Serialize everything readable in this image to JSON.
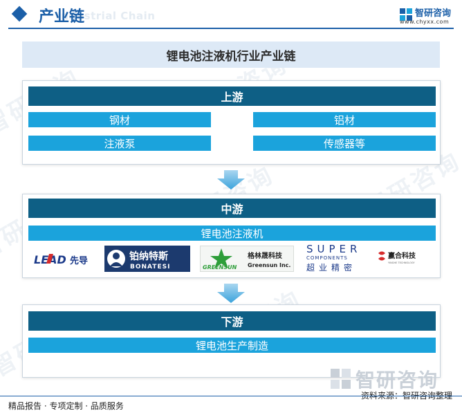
{
  "header": {
    "title": "产业链",
    "subtitle_watermark": "Industrial Chain",
    "brand_name": "智研咨询",
    "brand_url": "www.chyxx.com"
  },
  "title": "锂电池注液机行业产业链",
  "upstream": {
    "label": "上游",
    "items": [
      "钢材",
      "铝材",
      "注液泵",
      "传感器等"
    ]
  },
  "midstream": {
    "label": "中游",
    "item": "锂电池注液机",
    "companies": [
      {
        "name": "LEAD",
        "cn": "先导"
      },
      {
        "cn": "铂纳特斯",
        "en": "BONATESI"
      },
      {
        "en": "GREENSUN",
        "cn": "格林晟科技",
        "en2": "Greensun Inc."
      },
      {
        "en": "SUPER",
        "en2": "COMPONENTS",
        "cn": "超业精密"
      },
      {
        "cn": "赢合科技",
        "en": "YINGHE TECHNOLOGY"
      }
    ]
  },
  "downstream": {
    "label": "下游",
    "item": "锂电池生产制造"
  },
  "footer": {
    "left": "精品报告 · 专项定制 · 品质服务",
    "source": "资料来源：智研咨询整理"
  },
  "watermark_text": "智研咨询",
  "colors": {
    "brand_blue": "#1b5fa8",
    "header_bar": "#0e5f85",
    "cell_blue": "#1ba3dc",
    "title_bg": "#dde9f6",
    "arrow": "#3ba3dc"
  }
}
